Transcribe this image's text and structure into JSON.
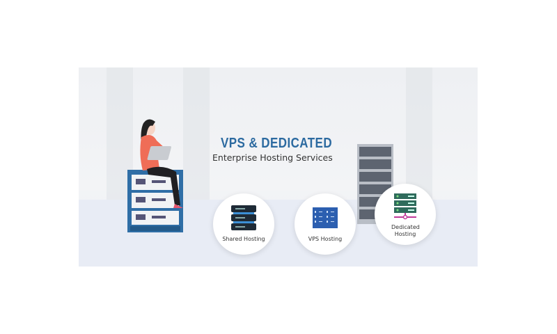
{
  "banner": {
    "title": "VPS & DEDICATED",
    "subtitle": "Enterprise Hosting Services",
    "services": [
      {
        "label": "Shared Hosting",
        "icon": "shared-server-icon"
      },
      {
        "label": "VPS Hosting",
        "icon": "vps-server-icon"
      },
      {
        "label": "Dedicated Hosting",
        "icon": "dedicated-server-icon"
      }
    ],
    "colors": {
      "title": "#2c6aa0",
      "rack": "#2f6ea6",
      "shirt": "#ef6d57",
      "dedicated": "#2f6b5c",
      "accent": "#c13a9a"
    }
  }
}
